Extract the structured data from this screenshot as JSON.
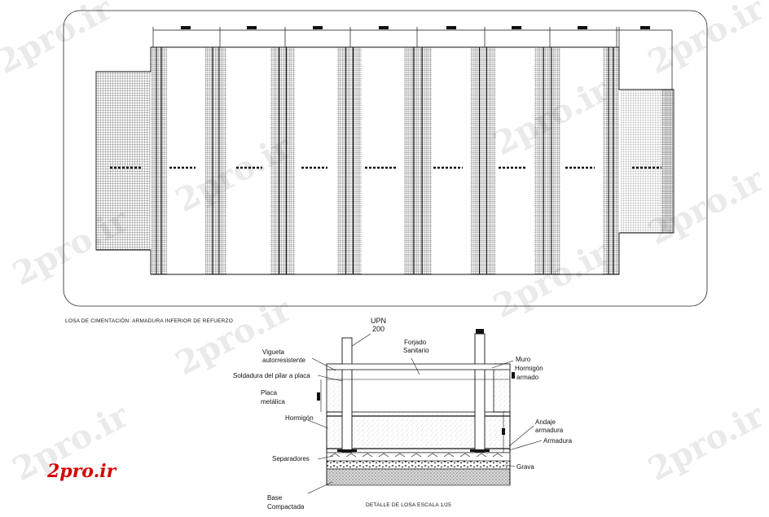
{
  "watermark": "2pro.ir",
  "logo": "2pro.ir",
  "plan": {
    "caption": "LOSA DE CIMENTACIÓN: ARMADURA INFERIOR DE REFUERZO"
  },
  "detail": {
    "caption": "DETALLE DE LOSA ESCALA 1/25",
    "labels": {
      "upn": "UPN",
      "upn_size": "200",
      "forjado": "Forjado",
      "sanitario": "Sanitario",
      "vigueta": "Vigueta",
      "autorresistente": "autorresistente",
      "soldadura": "Soldadura del pilar a placa",
      "placa": "Placa",
      "metalica": "metálica",
      "hormigon": "Hormigón",
      "muro": "Muro",
      "muro_hormigon": "Hormigón",
      "armado": "armado",
      "andaje": "Andaje",
      "armadura_a": "armadura",
      "armadura": "Armadura",
      "separadores": "Separadores",
      "grava": "Grava",
      "base": "Base",
      "compactada": "Compactada"
    }
  },
  "colors": {
    "line": "#111111",
    "logo": "#d40000",
    "watermark": "#eaeaea"
  }
}
